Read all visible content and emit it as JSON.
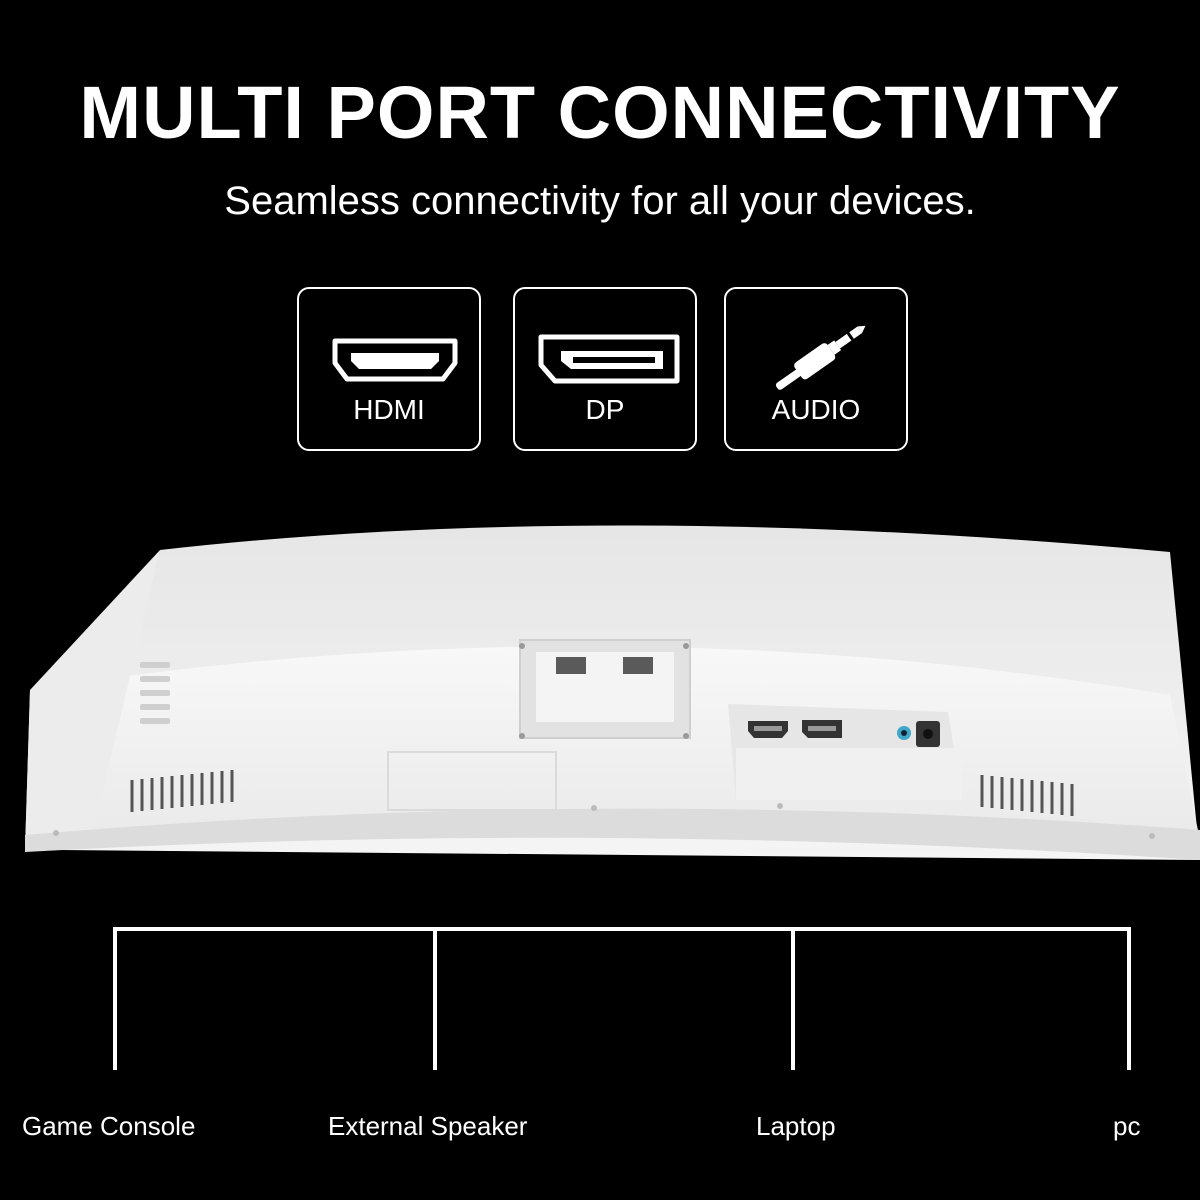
{
  "header": {
    "title": "MULTI PORT CONNECTIVITY",
    "subtitle": "Seamless connectivity for all your devices."
  },
  "ports": [
    {
      "label": "HDMI",
      "icon": "hdmi-port-icon"
    },
    {
      "label": "DP",
      "icon": "displayport-icon"
    },
    {
      "label": "AUDIO",
      "icon": "audio-jack-icon"
    }
  ],
  "devices": [
    {
      "label": "Game Console"
    },
    {
      "label": "External Speaker"
    },
    {
      "label": "Laptop"
    },
    {
      "label": "pc"
    }
  ],
  "colors": {
    "background": "#000000",
    "text": "#ffffff",
    "monitor_body": "#f2f2f2",
    "audio_port_accent": "#3fa7c9"
  }
}
